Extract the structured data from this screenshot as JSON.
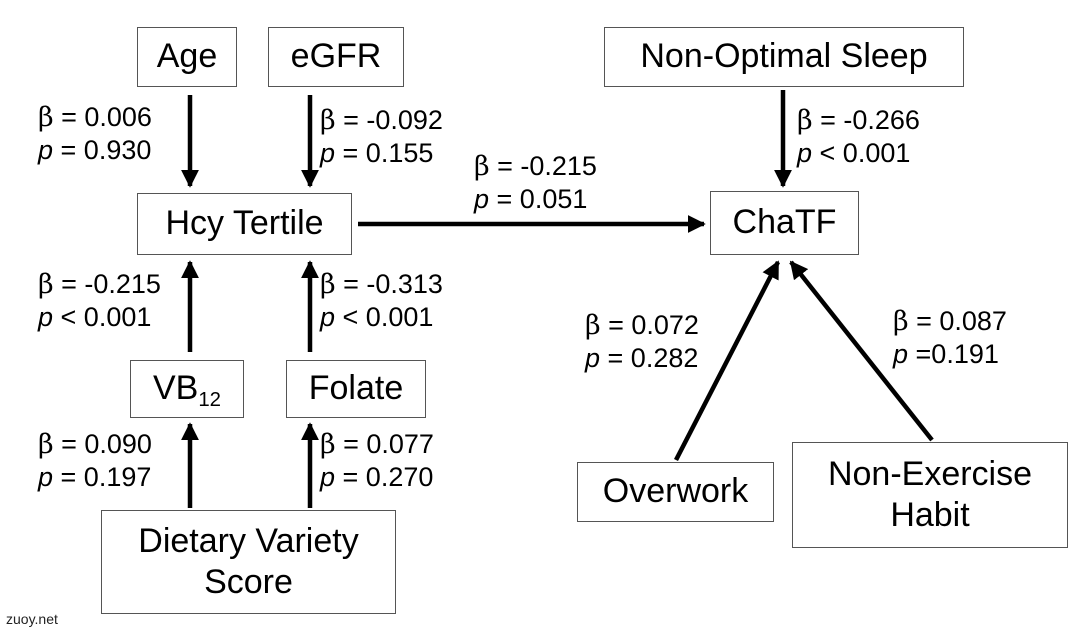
{
  "nodes": {
    "age": "Age",
    "egfr": "eGFR",
    "hcy": "Hcy Tertile",
    "vb12": {
      "base": "VB",
      "sub": "12"
    },
    "folate": "Folate",
    "dietary": {
      "line1": "Dietary Variety",
      "line2": "Score"
    },
    "sleep": "Non-Optimal Sleep",
    "chatf": "ChaTF",
    "overwork": "Overwork",
    "nonexercise": {
      "line1": "Non-Exercise",
      "line2": "Habit"
    }
  },
  "paths": {
    "age_hcy": {
      "beta_symbol": "β",
      "beta": " = 0.006",
      "p_symbol": "p",
      "p": " = 0.930"
    },
    "egfr_hcy": {
      "beta_symbol": "β",
      "beta": " = -0.092",
      "p_symbol": "p",
      "p": " = 0.155"
    },
    "hcy_chatf": {
      "beta_symbol": "β",
      "beta": " = -0.215",
      "p_symbol": "p",
      "p": " = 0.051"
    },
    "sleep_chatf": {
      "beta_symbol": "β",
      "beta": " = -0.266",
      "p_symbol": "p",
      "p": " < 0.001"
    },
    "vb12_hcy": {
      "beta_symbol": "β",
      "beta": " = -0.215",
      "p_symbol": "p",
      "p": " < 0.001"
    },
    "folate_hcy": {
      "beta_symbol": "β",
      "beta": " = -0.313",
      "p_symbol": "p",
      "p": " < 0.001"
    },
    "diet_vb12": {
      "beta_symbol": "β",
      "beta": " = 0.090",
      "p_symbol": "p",
      "p": " = 0.197"
    },
    "diet_folate": {
      "beta_symbol": "β",
      "beta": " = 0.077",
      "p_symbol": "p",
      "p": " = 0.270"
    },
    "overwork_chatf": {
      "beta_symbol": "β",
      "beta": " = 0.072",
      "p_symbol": "p",
      "p": " = 0.282"
    },
    "nonex_chatf": {
      "beta_symbol": "β",
      "beta": " = 0.087",
      "p_symbol": "p",
      "p": " =0.191"
    }
  },
  "watermark": "zuoy.net",
  "colors": {
    "box_border": "#555555",
    "arrow": "#000000",
    "text": "#000000"
  }
}
